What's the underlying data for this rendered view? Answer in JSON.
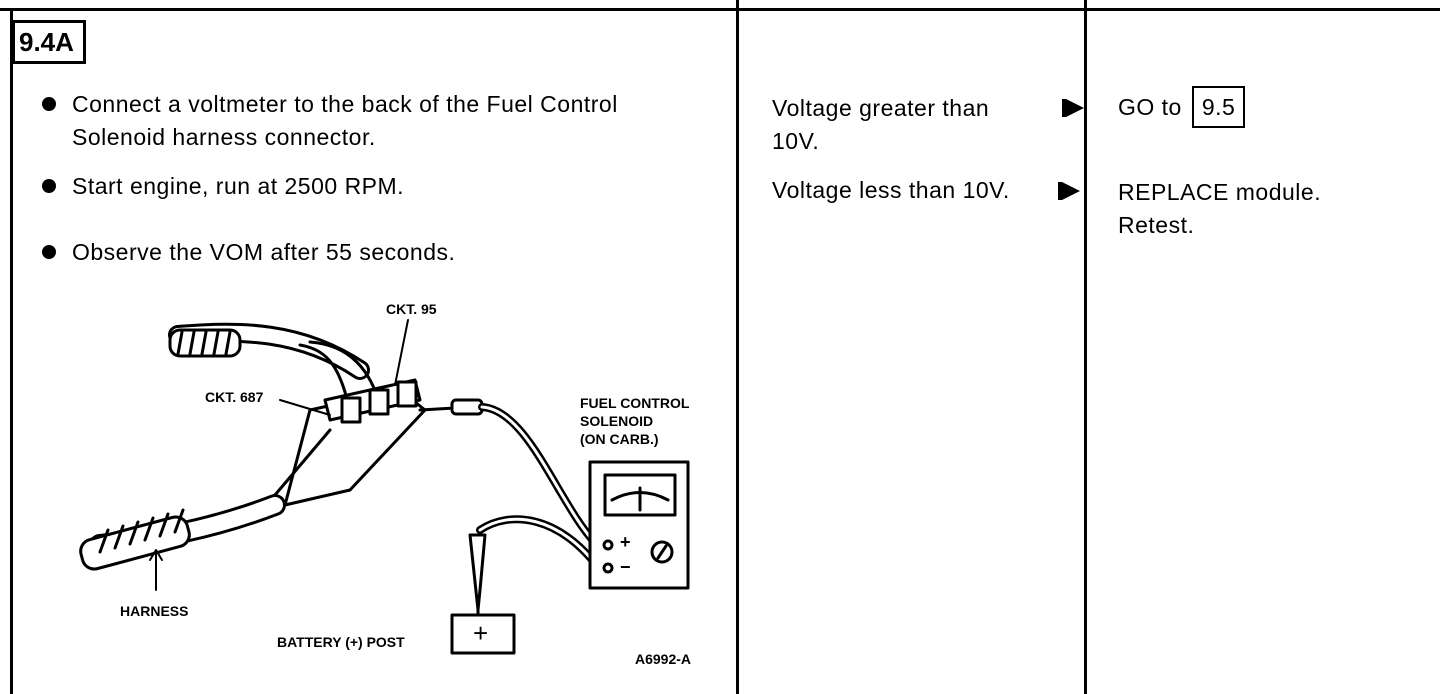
{
  "step": {
    "id": "9.4A"
  },
  "instructions": [
    "Connect a voltmeter to the back of the Fuel Control Solenoid harness connector.",
    "Start engine, run at 2500 RPM.",
    "Observe the VOM after 55 seconds."
  ],
  "results": [
    {
      "condition": "Voltage greater than 10V.",
      "action_prefix": "GO to",
      "action_ref": "9.5",
      "action_line2": ""
    },
    {
      "condition": "Voltage less than 10V.",
      "action_prefix": "REPLACE module.",
      "action_ref": "",
      "action_line2": "Retest."
    }
  ],
  "diagram": {
    "labels": {
      "ckt95": "CKT. 95",
      "ckt687": "CKT. 687",
      "solenoid_line1": "FUEL CONTROL",
      "solenoid_line2": "SOLENOID",
      "solenoid_line3": "(ON CARB.)",
      "harness": "HARNESS",
      "battery": "BATTERY (+) POST",
      "battery_symbol": "+",
      "meter_plus": "+",
      "meter_minus": "−",
      "figure_id": "A6992-A"
    }
  }
}
